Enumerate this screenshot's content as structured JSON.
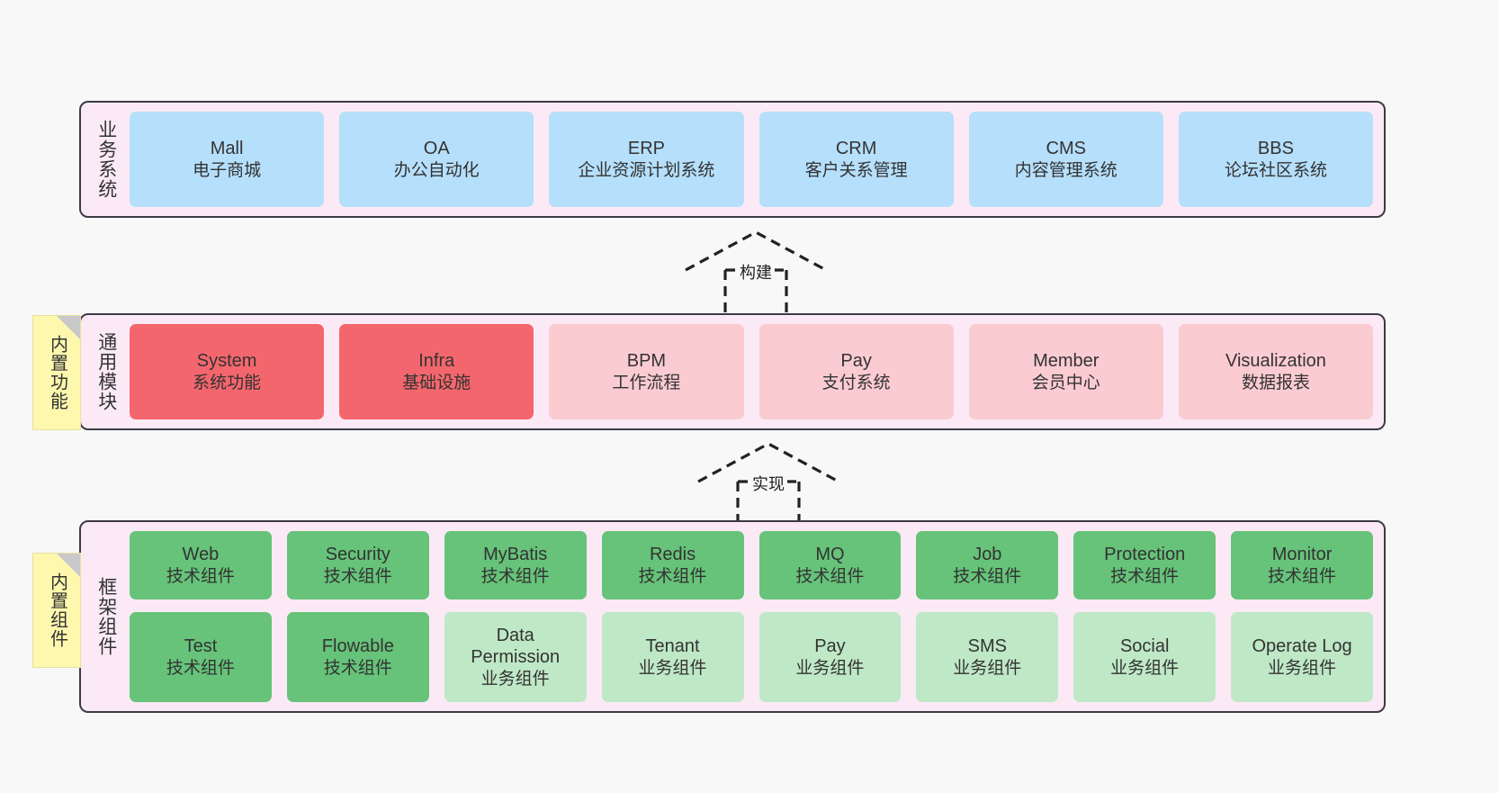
{
  "layers": [
    {
      "key": "business",
      "title": "业务系统",
      "color": "#b5dffb",
      "rows": [
        [
          {
            "name": "Mall",
            "desc": "电子商城",
            "variant": "c-blue"
          },
          {
            "name": "OA",
            "desc": "办公自动化",
            "variant": "c-blue"
          },
          {
            "name": "ERP",
            "desc": "企业资源计划系统",
            "variant": "c-blue"
          },
          {
            "name": "CRM",
            "desc": "客户关系管理",
            "variant": "c-blue"
          },
          {
            "name": "CMS",
            "desc": "内容管理系统",
            "variant": "c-blue"
          },
          {
            "name": "BBS",
            "desc": "论坛社区系统",
            "variant": "c-blue"
          }
        ]
      ]
    },
    {
      "key": "common",
      "title": "通用模块",
      "color": "#f4666d",
      "rows": [
        [
          {
            "name": "System",
            "desc": "系统功能",
            "variant": "c-red"
          },
          {
            "name": "Infra",
            "desc": "基础设施",
            "variant": "c-red"
          },
          {
            "name": "BPM",
            "desc": "工作流程",
            "variant": "c-pink"
          },
          {
            "name": "Pay",
            "desc": "支付系统",
            "variant": "c-pink"
          },
          {
            "name": "Member",
            "desc": "会员中心",
            "variant": "c-pink"
          },
          {
            "name": "Visualization",
            "desc": "数据报表",
            "variant": "c-pink"
          }
        ]
      ]
    },
    {
      "key": "framework",
      "title": "框架组件",
      "color": "#66c379",
      "rows": [
        [
          {
            "name": "Web",
            "desc": "技术组件",
            "variant": "c-green"
          },
          {
            "name": "Security",
            "desc": "技术组件",
            "variant": "c-green"
          },
          {
            "name": "MyBatis",
            "desc": "技术组件",
            "variant": "c-green"
          },
          {
            "name": "Redis",
            "desc": "技术组件",
            "variant": "c-green"
          },
          {
            "name": "MQ",
            "desc": "技术组件",
            "variant": "c-green"
          },
          {
            "name": "Job",
            "desc": "技术组件",
            "variant": "c-green"
          },
          {
            "name": "Protection",
            "desc": "技术组件",
            "variant": "c-green"
          },
          {
            "name": "Monitor",
            "desc": "技术组件",
            "variant": "c-green"
          }
        ],
        [
          {
            "name": "Test",
            "desc": "技术组件",
            "variant": "c-green"
          },
          {
            "name": "Flowable",
            "desc": "技术组件",
            "variant": "c-green"
          },
          {
            "name": "Data Permission",
            "desc": "业务组件",
            "variant": "c-greenlight"
          },
          {
            "name": "Tenant",
            "desc": "业务组件",
            "variant": "c-greenlight"
          },
          {
            "name": "Pay",
            "desc": "业务组件",
            "variant": "c-greenlight"
          },
          {
            "name": "SMS",
            "desc": "业务组件",
            "variant": "c-greenlight"
          },
          {
            "name": "Social",
            "desc": "业务组件",
            "variant": "c-greenlight"
          },
          {
            "name": "Operate Log",
            "desc": "业务组件",
            "variant": "c-greenlight"
          }
        ]
      ]
    }
  ],
  "stickies": [
    {
      "key": "builtin-function",
      "label": "内置功能"
    },
    {
      "key": "builtin-component",
      "label": "内置组件"
    }
  ],
  "connectors": [
    {
      "key": "build",
      "label": "构建"
    },
    {
      "key": "realize",
      "label": "实现"
    }
  ],
  "colors": {
    "panel_bg": "#fbeaf5",
    "panel_border": "#3d3a44",
    "canvas_bg": "#f8f8f8",
    "sticky_bg": "#fdf8ad",
    "sticky_fold": "#c9c9c9",
    "blue": "#b5dffb",
    "red": "#f4666d",
    "pink": "#fbcbd2",
    "green": "#66c379",
    "green_light": "#bfe8c6",
    "text": "#333333"
  }
}
